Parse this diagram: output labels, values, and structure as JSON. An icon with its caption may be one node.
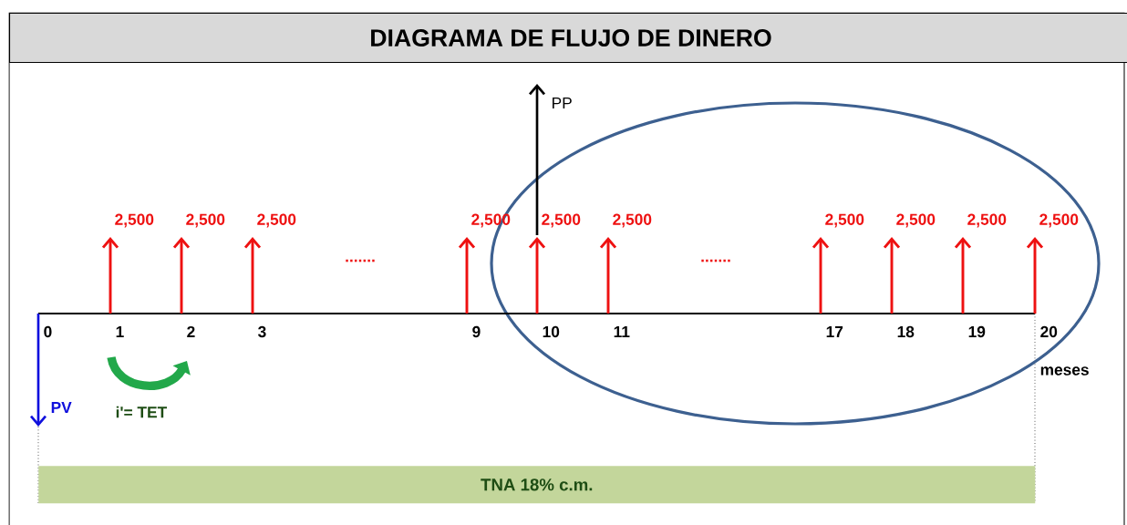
{
  "diagram": {
    "title": "DIAGRAMA DE FLUJO DE DINERO",
    "nodes": [
      {
        "text": [
          "TNA 18% c.m."
        ]
      }
    ],
    "labels": [
      "PP",
      "2,500",
      "2,500",
      "2,500",
      "2,500",
      "2,500",
      "2,500",
      "2,500",
      "2,500",
      "2,500",
      "2,500",
      ".......",
      ".......",
      "0",
      "1",
      "2",
      "3",
      "9",
      "10",
      "11",
      "17",
      "18",
      "19",
      "20",
      "meses",
      "PV",
      "i'= TET"
    ]
  }
}
